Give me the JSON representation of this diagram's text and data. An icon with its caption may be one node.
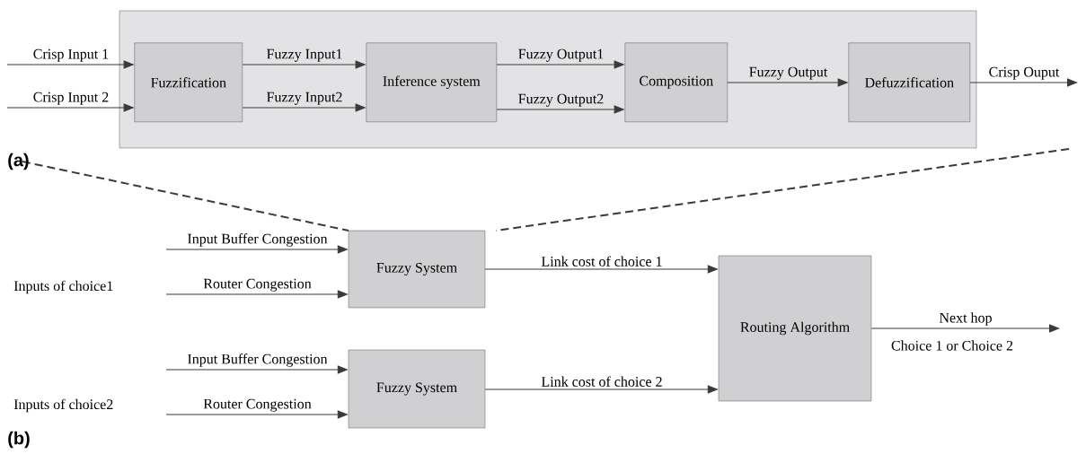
{
  "diagram": {
    "nodes": [
      {
        "text": [],
        "shape": "box"
      },
      {
        "text": [
          "Fuzzification"
        ],
        "in": 0
      },
      {
        "text": [
          "Inference system"
        ],
        "in": 0
      },
      {
        "text": [
          "Composition"
        ],
        "in": 0
      },
      {
        "text": [
          "Defuzzification"
        ],
        "in": 0
      },
      {
        "text": [
          "Fuzzy System"
        ]
      },
      {
        "text": [
          "Fuzzy System"
        ]
      },
      {
        "text": [
          "Routing Algorithm"
        ]
      }
    ],
    "edges": [
      {
        "from": null,
        "to": 1,
        "arrow": "to",
        "label": "Crisp Input 1"
      },
      {
        "from": null,
        "to": 1,
        "arrow": "to",
        "label": "Crisp Input 2"
      },
      {
        "from": 1,
        "to": 2,
        "arrow": "to",
        "label": "Fuzzy Input1"
      },
      {
        "from": 1,
        "to": 2,
        "arrow": "to",
        "label": "Fuzzy Input2"
      },
      {
        "from": 2,
        "to": 3,
        "arrow": "to",
        "label": "Fuzzy Output1"
      },
      {
        "from": 2,
        "to": 3,
        "arrow": "to",
        "label": "Fuzzy Output2"
      },
      {
        "from": 3,
        "to": 4,
        "arrow": "to",
        "label": "Fuzzy Output"
      },
      {
        "from": 4,
        "to": null,
        "arrow": "to",
        "label": "Crisp Ouput"
      },
      {
        "from": null,
        "to": 5,
        "arrow": "to",
        "label": "Input Buffer Congestion"
      },
      {
        "from": null,
        "to": 5,
        "arrow": "to",
        "label": "Router Congestion"
      },
      {
        "from": null,
        "to": 6,
        "arrow": "to",
        "label": "Input Buffer Congestion"
      },
      {
        "from": null,
        "to": 6,
        "arrow": "to",
        "label": "Router Congestion"
      },
      {
        "from": 5,
        "to": 7,
        "arrow": "to",
        "label": "Link cost of choice 1"
      },
      {
        "from": 6,
        "to": 7,
        "arrow": "to",
        "label": "Link cost of choice 2"
      },
      {
        "from": 7,
        "to": null,
        "arrow": "to",
        "label": "Next hop"
      }
    ],
    "labels": [
      "(a)",
      "Inputs of choice1",
      "Choice 1 or Choice 2",
      "Inputs of choice2",
      "(b)"
    ]
  }
}
